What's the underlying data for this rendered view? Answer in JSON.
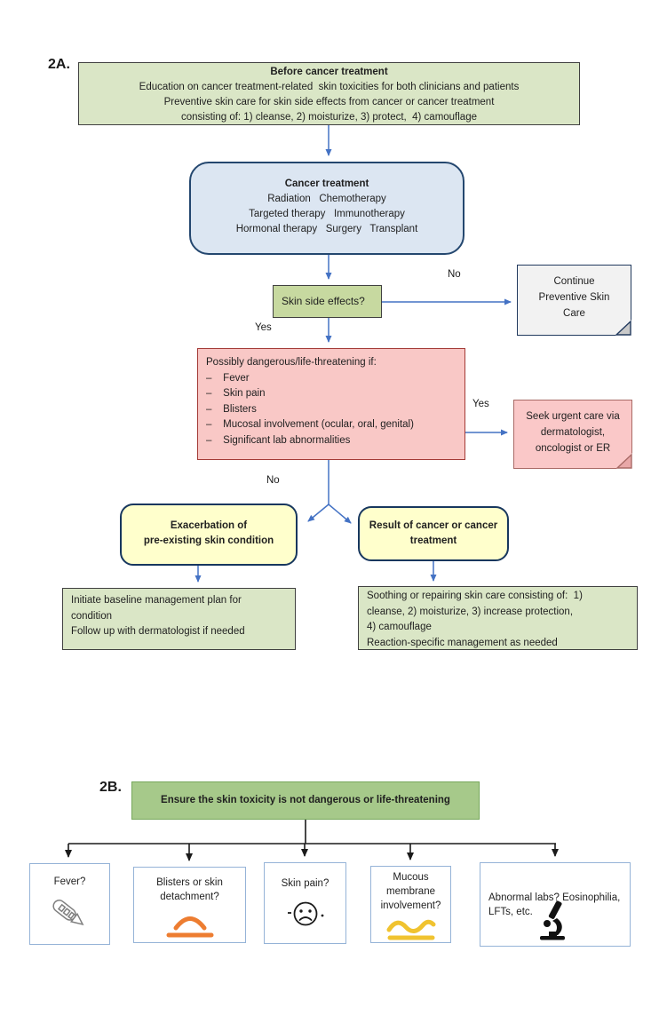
{
  "colors": {
    "arrow_blue": "#4472c4",
    "arrow_black": "#1a1a1a",
    "green_fill": "#dae6c6",
    "green_question_fill": "#c7d9a0",
    "blue_fill": "#dce6f2",
    "blue_border": "#24476f",
    "red_fill": "#f9c8c6",
    "red_border": "#a33a36",
    "yellow_fill": "#ffffcc",
    "yellow_border": "#17375e",
    "gray_note_fill": "#f2f2f2",
    "pink_note_fill": "#fac8c8",
    "section_b_header_fill": "#a6c98a",
    "check_border": "#95b3d7",
    "orange_icon": "#ed7d31",
    "gold_icon": "#f0c330",
    "gray_icon": "#7f7f7f"
  },
  "section_a": {
    "label": "2A.",
    "before_treatment": {
      "title": "Before cancer treatment",
      "lines": [
        "Education on cancer treatment-related  skin toxicities for both clinicians and patients",
        "Preventive skin care for skin side effects from cancer or cancer treatment",
        "consisting of: 1) cleanse, 2) moisturize, 3) protect,  4) camouflage"
      ]
    },
    "cancer_treatment": {
      "title": "Cancer treatment",
      "lines": [
        "Radiation   Chemotherapy",
        "Targeted therapy   Immunotherapy",
        "Hormonal therapy   Surgery   Transplant"
      ]
    },
    "skin_side_effects": {
      "label": "Skin side effects?"
    },
    "continue_note": {
      "lines": [
        "Continue",
        "Preventive Skin",
        "Care"
      ]
    },
    "danger": {
      "title": "Possibly dangerous/life-threatening if:",
      "items": [
        "–    Fever",
        "–    Skin pain",
        "–    Blisters",
        "–    Mucosal involvement (ocular, oral, genital)",
        "–    Significant lab abnormalities"
      ]
    },
    "urgent_note": {
      "lines": [
        "Seek urgent care via",
        "dermatologist,",
        "oncologist or ER"
      ]
    },
    "exacerbation": {
      "lines": [
        "Exacerbation of",
        "pre-existing skin condition"
      ]
    },
    "result": {
      "lines": [
        "Result of cancer or cancer",
        "treatment"
      ]
    },
    "baseline": {
      "lines": [
        "Initiate baseline management plan for",
        "condition",
        "Follow up with dermatologist if needed"
      ]
    },
    "soothing": {
      "lines": [
        "Soothing or repairing skin care consisting of:  1)",
        "cleanse, 2) moisturize, 3) increase protection,",
        "4) camouflage",
        "Reaction-specific management as needed"
      ]
    },
    "labels": {
      "no_top": "No",
      "yes_top": "Yes",
      "yes_right": "Yes",
      "no_bottom": "No"
    }
  },
  "section_b": {
    "label": "2B.",
    "header": "Ensure the skin toxicity is not dangerous or life-threatening",
    "checks": [
      {
        "label": "Fever?",
        "icon": "thermometer-icon"
      },
      {
        "label": "Blisters or skin detachment?",
        "icon": "blister-icon"
      },
      {
        "label": "Skin pain?",
        "icon": "sad-face-icon"
      },
      {
        "label": "Mucous membrane involvement?",
        "icon": "mucous-membrane-icon"
      },
      {
        "label": "Abnormal labs? Eosinophilia, LFTs, etc.",
        "icon": "microscope-icon"
      }
    ]
  }
}
